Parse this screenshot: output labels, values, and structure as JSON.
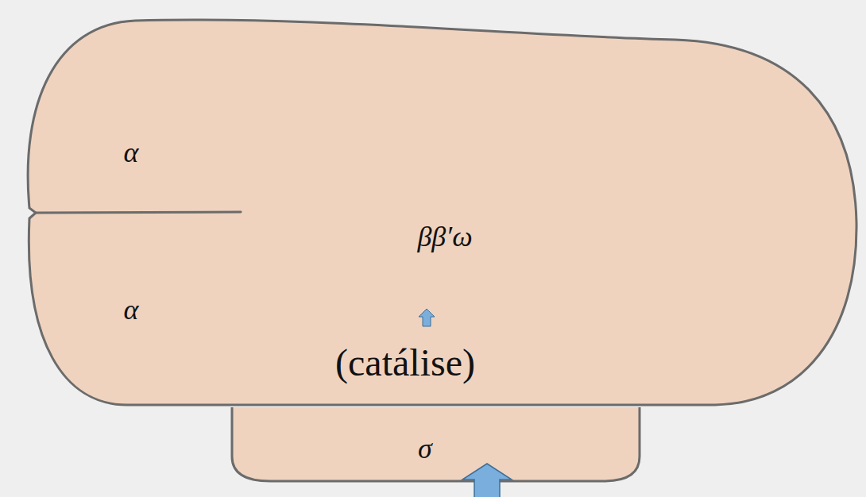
{
  "diagram": {
    "nodes": [
      {
        "text": [
          "α",
          "α",
          "ββ′ω",
          "(catálise)"
        ]
      },
      {
        "text": [
          "σ"
        ]
      }
    ]
  }
}
